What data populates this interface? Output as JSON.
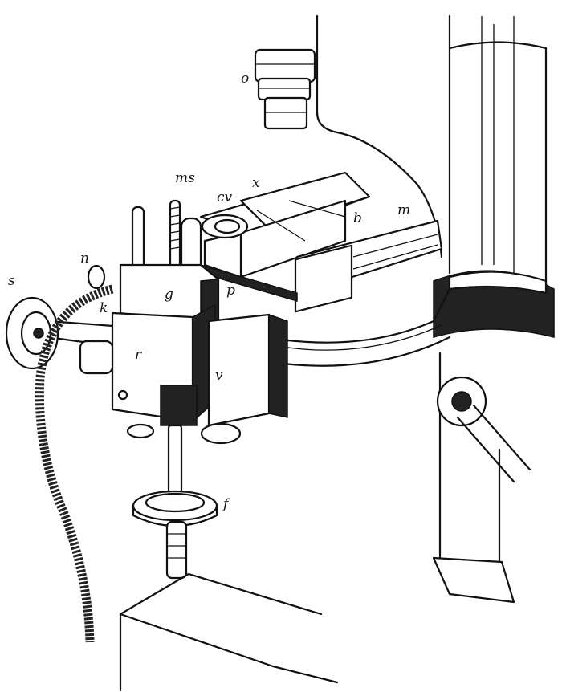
{
  "figure": {
    "labels": {
      "o": "o",
      "ms": "ms",
      "cv": "cv",
      "x": "x",
      "b": "b",
      "m": "m",
      "n": "n",
      "k": "k",
      "s": "s",
      "g": "g",
      "p": "p",
      "r": "r",
      "v": "v",
      "f": "f"
    }
  }
}
